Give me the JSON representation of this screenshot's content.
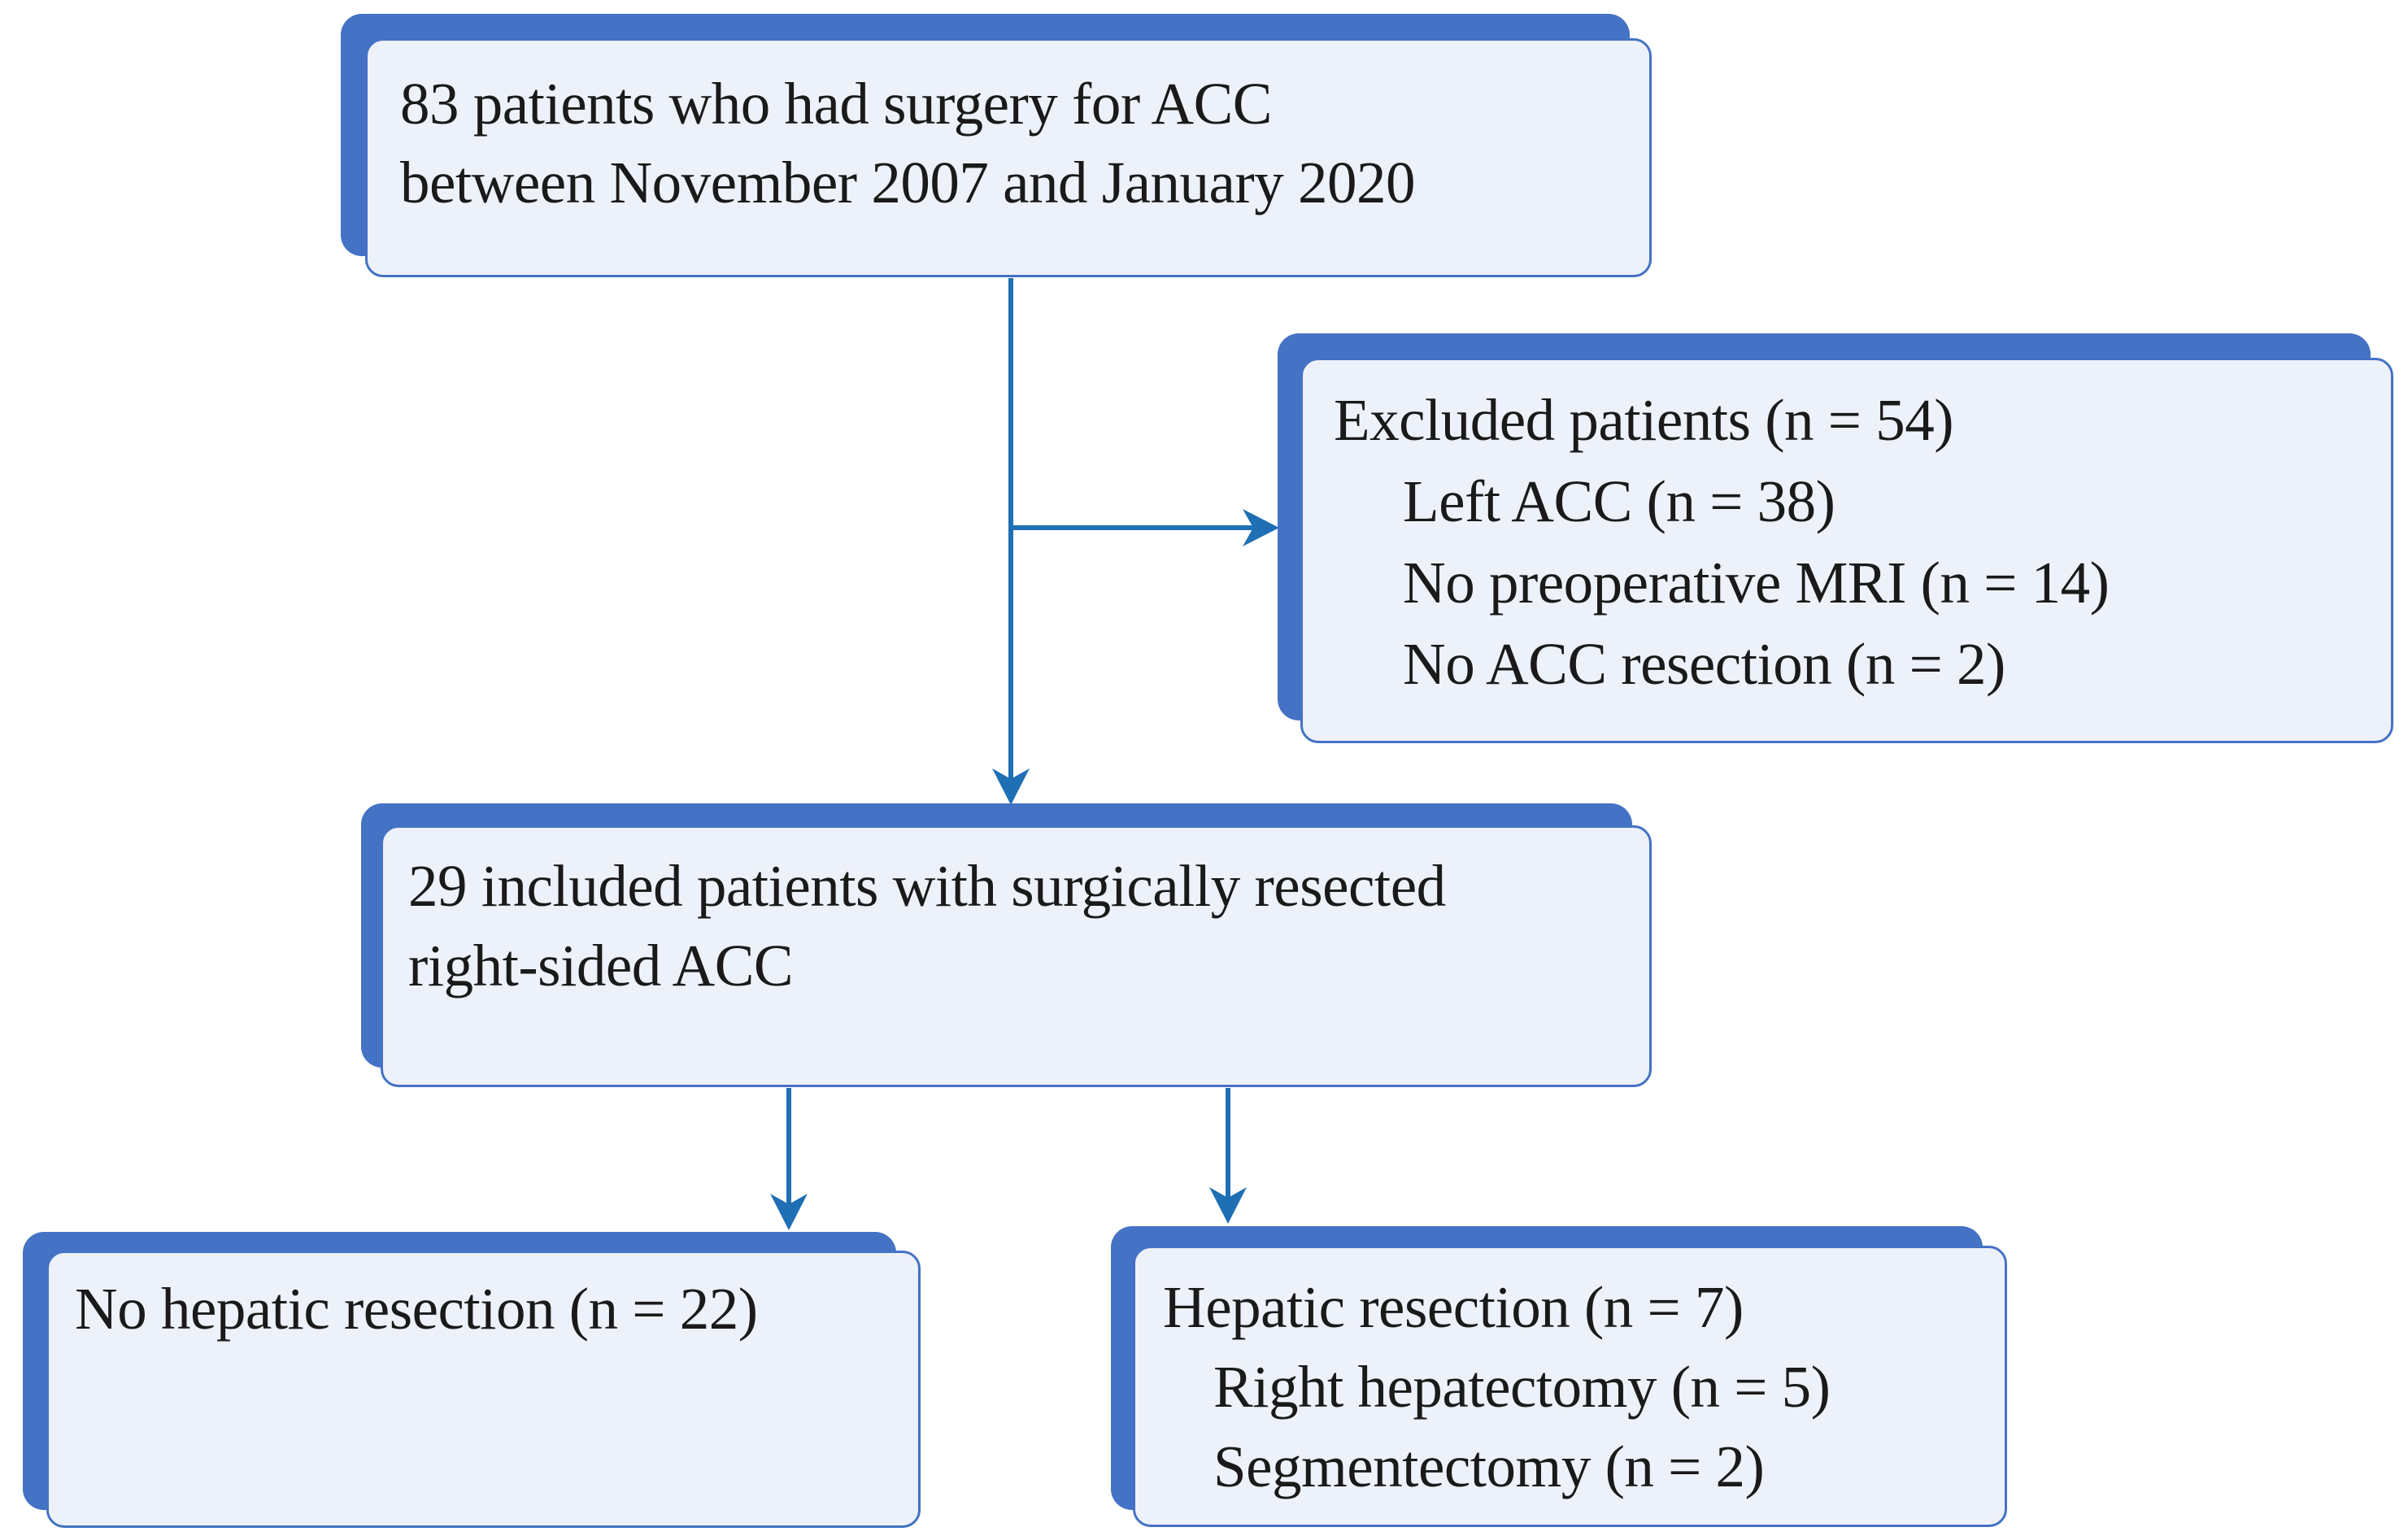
{
  "flowchart": {
    "start": {
      "lines": [
        "83 patients who had surgery  for ACC",
        "between November  2007 and January 2020"
      ]
    },
    "excluded": {
      "title": "Excluded patients  (n = 54)",
      "items": [
        "Left ACC (n = 38)",
        "No preoperative MRI (n = 14)",
        "No ACC resection (n = 2)"
      ]
    },
    "included": {
      "lines": [
        "29 included patients with surgically resected",
        "right-sided ACC"
      ]
    },
    "no_resection": {
      "lines": [
        "No hepatic resection (n = 22)"
      ]
    },
    "resection": {
      "title": "Hepatic resection (n = 7)",
      "items": [
        "Right hepatectomy (n = 5)",
        "Segmentectomy (n = 2)"
      ]
    },
    "colors": {
      "accent": "#4472c4",
      "box_fill": "#edf1f9",
      "arrow": "#1f6fb5",
      "text": "#1a1a1a"
    }
  }
}
